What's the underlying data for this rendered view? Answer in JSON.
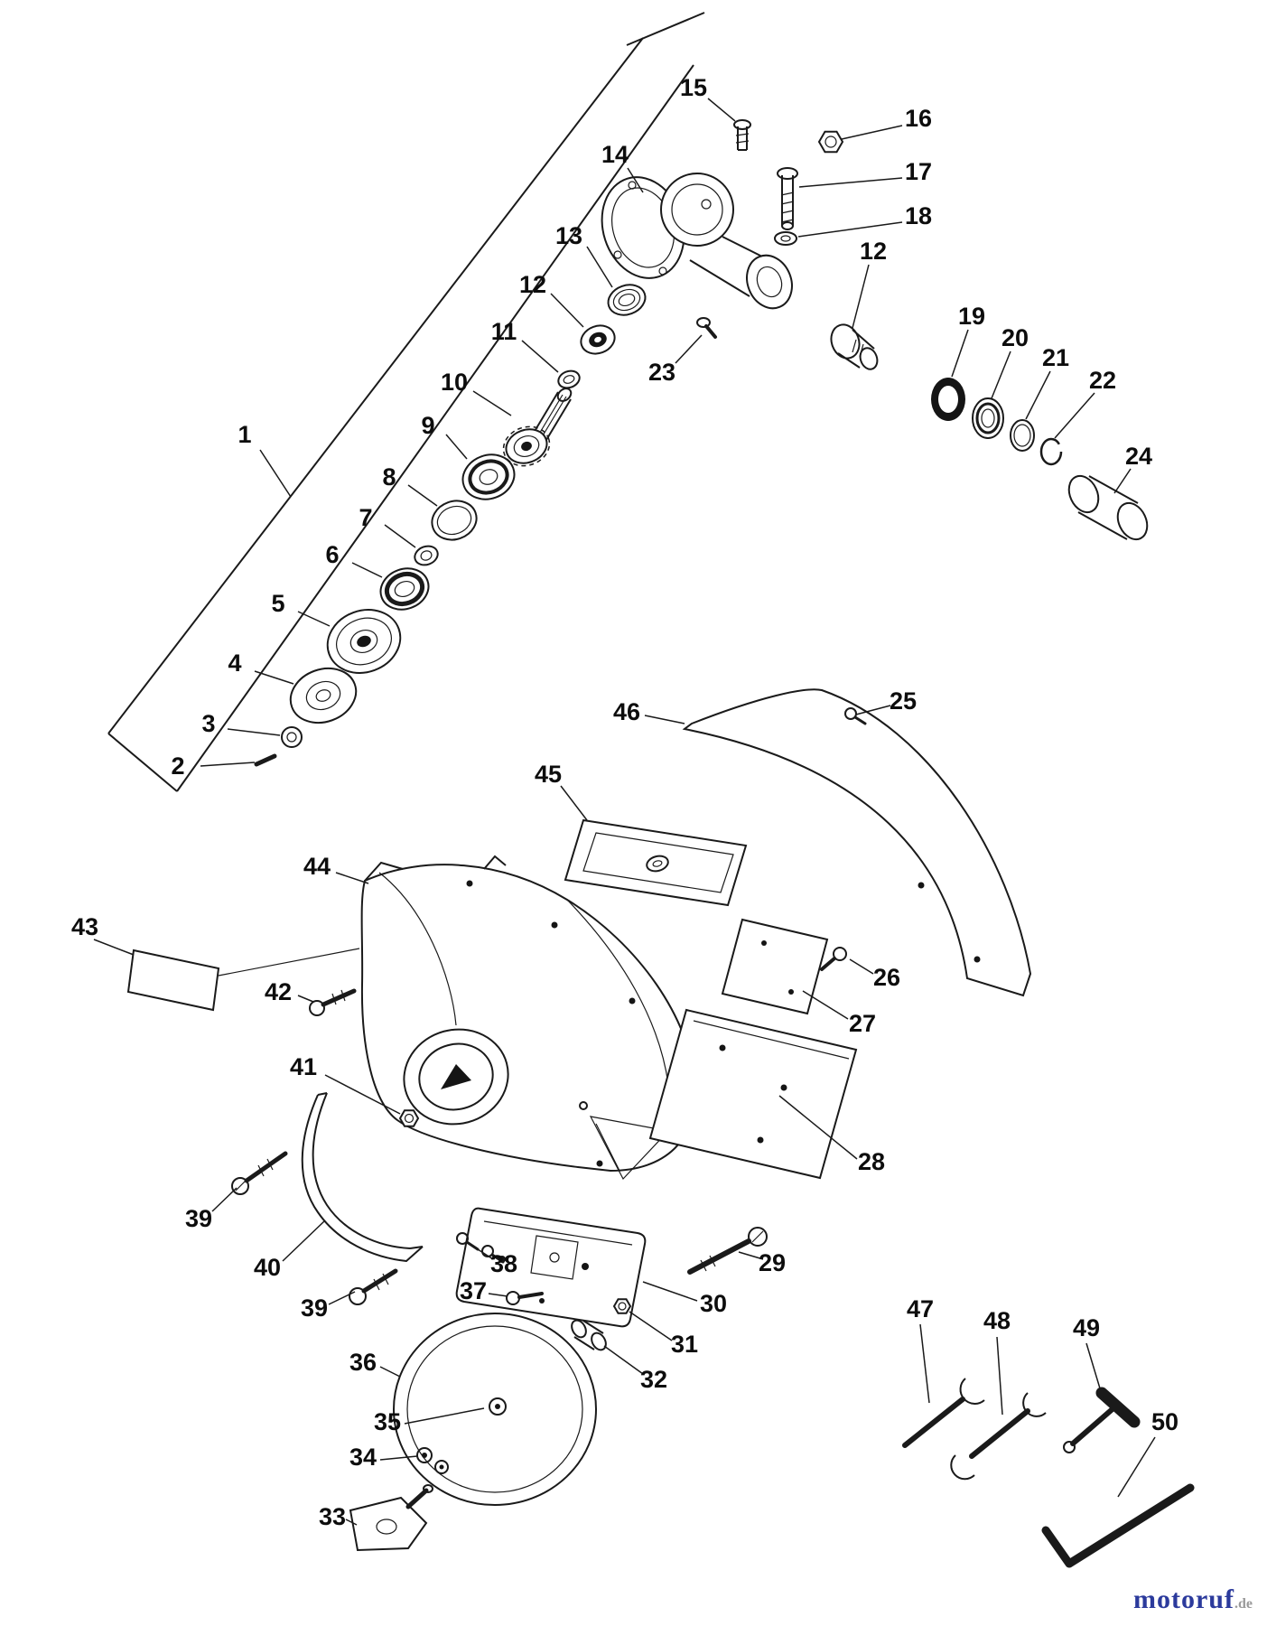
{
  "figure": {
    "kind": "exploded-parts-diagram"
  },
  "colors": {
    "background": "#ffffff",
    "line": "#1a1a1a",
    "callout_text": "#0d0d0d",
    "watermark_brand": "#2b3a9c",
    "watermark_suffix": "#9a9a9a"
  },
  "callouts": {
    "c1": "1",
    "c2": "2",
    "c3": "3",
    "c4": "4",
    "c5": "5",
    "c6": "6",
    "c7": "7",
    "c8": "8",
    "c9": "9",
    "c10": "10",
    "c11": "11",
    "c12": "12",
    "c13": "13",
    "c14": "14",
    "c15": "15",
    "c16": "16",
    "c17": "17",
    "c18": "18",
    "c19": "19",
    "c20": "20",
    "c21": "21",
    "c22": "22",
    "c23": "23",
    "c24": "24",
    "c25": "25",
    "c26": "26",
    "c27": "27",
    "c28": "28",
    "c29": "29",
    "c30": "30",
    "c31": "31",
    "c32": "32",
    "c33": "33",
    "c34": "34",
    "c35": "35",
    "c36": "36",
    "c37": "37",
    "c38": "38",
    "c39": "39",
    "c40": "40",
    "c41": "41",
    "c42": "42",
    "c43": "43",
    "c44": "44",
    "c45": "45",
    "c46": "46",
    "c47": "47",
    "c48": "48",
    "c49": "49",
    "c50": "50"
  },
  "watermark": {
    "brand": "motoruf",
    "suffix": ".de"
  }
}
